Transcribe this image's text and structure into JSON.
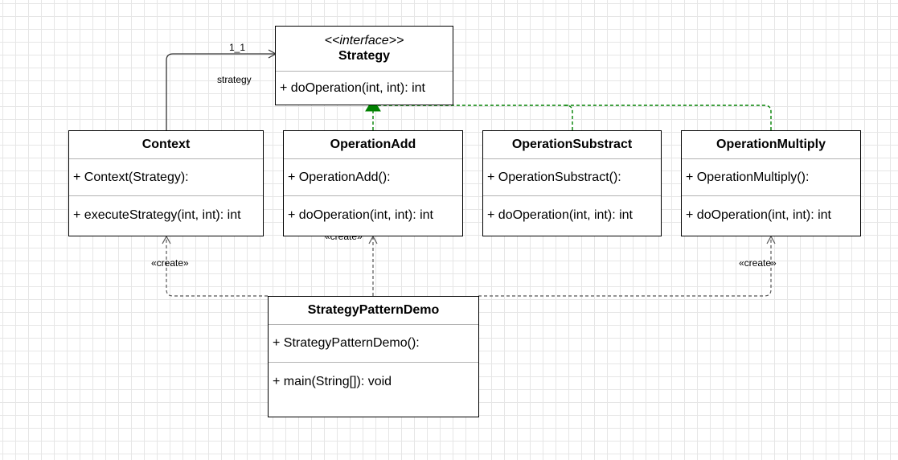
{
  "classes": {
    "strategy": {
      "stereotype": "<<interface>>",
      "name": "Strategy",
      "methods": [
        "+ doOperation(int, int): int"
      ]
    },
    "context": {
      "name": "Context",
      "constructors": [
        "+ Context(Strategy):"
      ],
      "methods": [
        "+ executeStrategy(int, int): int"
      ]
    },
    "operation_add": {
      "name": "OperationAdd",
      "constructors": [
        "+ OperationAdd():"
      ],
      "methods": [
        "+ doOperation(int, int): int"
      ]
    },
    "operation_substract": {
      "name": "OperationSubstract",
      "constructors": [
        "+ OperationSubstract():"
      ],
      "methods": [
        "+ doOperation(int, int): int"
      ]
    },
    "operation_multiply": {
      "name": "OperationMultiply",
      "constructors": [
        "+ OperationMultiply():"
      ],
      "methods": [
        "+ doOperation(int, int): int"
      ]
    },
    "strategy_pattern_demo": {
      "name": "StrategyPatternDemo",
      "constructors": [
        "+ StrategyPatternDemo():"
      ],
      "methods": [
        "+ main(String[]): void"
      ]
    }
  },
  "relations": {
    "association": {
      "multiplicity": "1_1",
      "role": "strategy"
    },
    "create_context": "«create»",
    "create_add": "«create»",
    "create_multiply": "«create»"
  },
  "colors": {
    "realization": "#008000",
    "dependency": "#555555",
    "association": "#333333",
    "grid": "#e6e6e6"
  }
}
